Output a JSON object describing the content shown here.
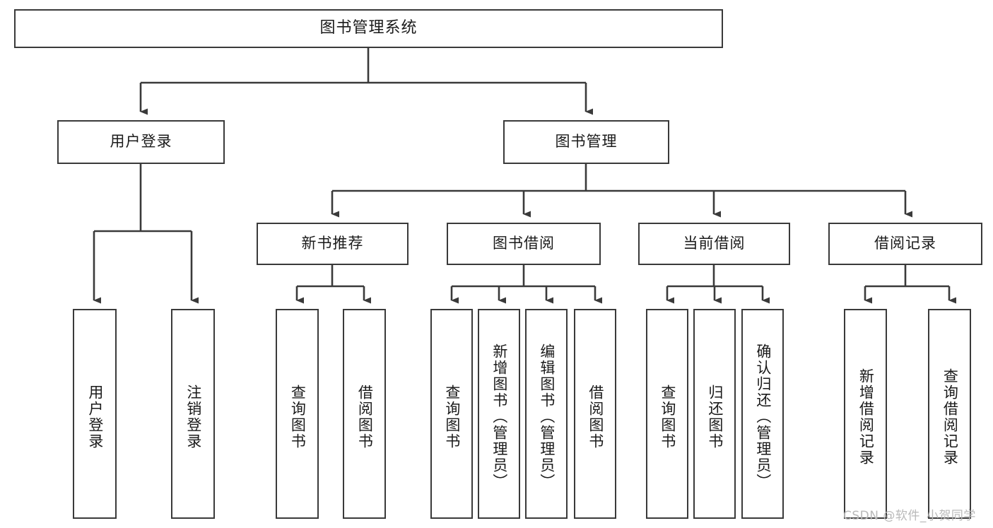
{
  "diagram": {
    "type": "tree",
    "title": "图书管理系统",
    "watermark": "CSDN @软件_小贺同学",
    "colors": {
      "box_border": "#3a3a3a",
      "box_fill": "#ffffff",
      "connector": "#3a3a3a",
      "text": "#1a1a1a",
      "watermark": "#b9b9b9",
      "background": "#ffffff"
    },
    "root": {
      "label": "图书管理系统"
    },
    "level2": [
      {
        "label": "用户登录"
      },
      {
        "label": "图书管理"
      }
    ],
    "level3": [
      {
        "label": "新书推荐"
      },
      {
        "label": "图书借阅"
      },
      {
        "label": "当前借阅"
      },
      {
        "label": "借阅记录"
      }
    ],
    "leaves": {
      "user_login": [
        {
          "label": "用户登录"
        },
        {
          "label": "注销登录"
        }
      ],
      "new_book": [
        {
          "label": "查询图书"
        },
        {
          "label": "借阅图书"
        }
      ],
      "book_borrow": [
        {
          "label": "查询图书"
        },
        {
          "label": "新增图书（管理员）"
        },
        {
          "label": "编辑图书（管理员）"
        },
        {
          "label": "借阅图书"
        }
      ],
      "current_borrow": [
        {
          "label": "查询图书"
        },
        {
          "label": "归还图书"
        },
        {
          "label": "确认归还（管理员）"
        }
      ],
      "borrow_record": [
        {
          "label": "新增借阅记录"
        },
        {
          "label": "查询借阅记录"
        }
      ]
    }
  }
}
